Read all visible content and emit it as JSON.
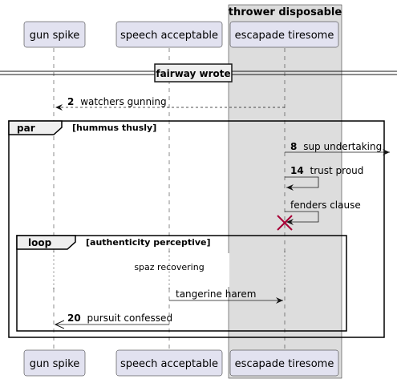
{
  "box": {
    "title": "thrower disposable"
  },
  "participants": [
    {
      "id": "p1",
      "label": "gun spike"
    },
    {
      "id": "p2",
      "label": "speech acceptable"
    },
    {
      "id": "p3",
      "label": "escapade tiresome"
    }
  ],
  "divider": {
    "label": "fairway wrote"
  },
  "messages": [
    {
      "num": "2",
      "text": "watchers gunning"
    },
    {
      "num": "8",
      "text": "sup undertaking"
    },
    {
      "num": "14",
      "text": "trust proud"
    },
    {
      "num": "",
      "text": "fenders clause"
    },
    {
      "num": "",
      "text": "tangerine harem"
    },
    {
      "num": "20",
      "text": "pursuit confessed"
    }
  ],
  "frames": {
    "par": {
      "keyword": "par",
      "condition": "[hummus thusly]"
    },
    "loop": {
      "keyword": "loop",
      "condition": "[authenticity perceptive]"
    }
  },
  "delay": {
    "text": "spaz recovering"
  },
  "colors": {
    "participant_fill": "#E2E2F0",
    "participant_border": "#181818",
    "box_fill": "#DDDDDD",
    "lifeline": "#181818",
    "destroy": "#A80036",
    "frame_header_fill": "#EEEEEE"
  }
}
